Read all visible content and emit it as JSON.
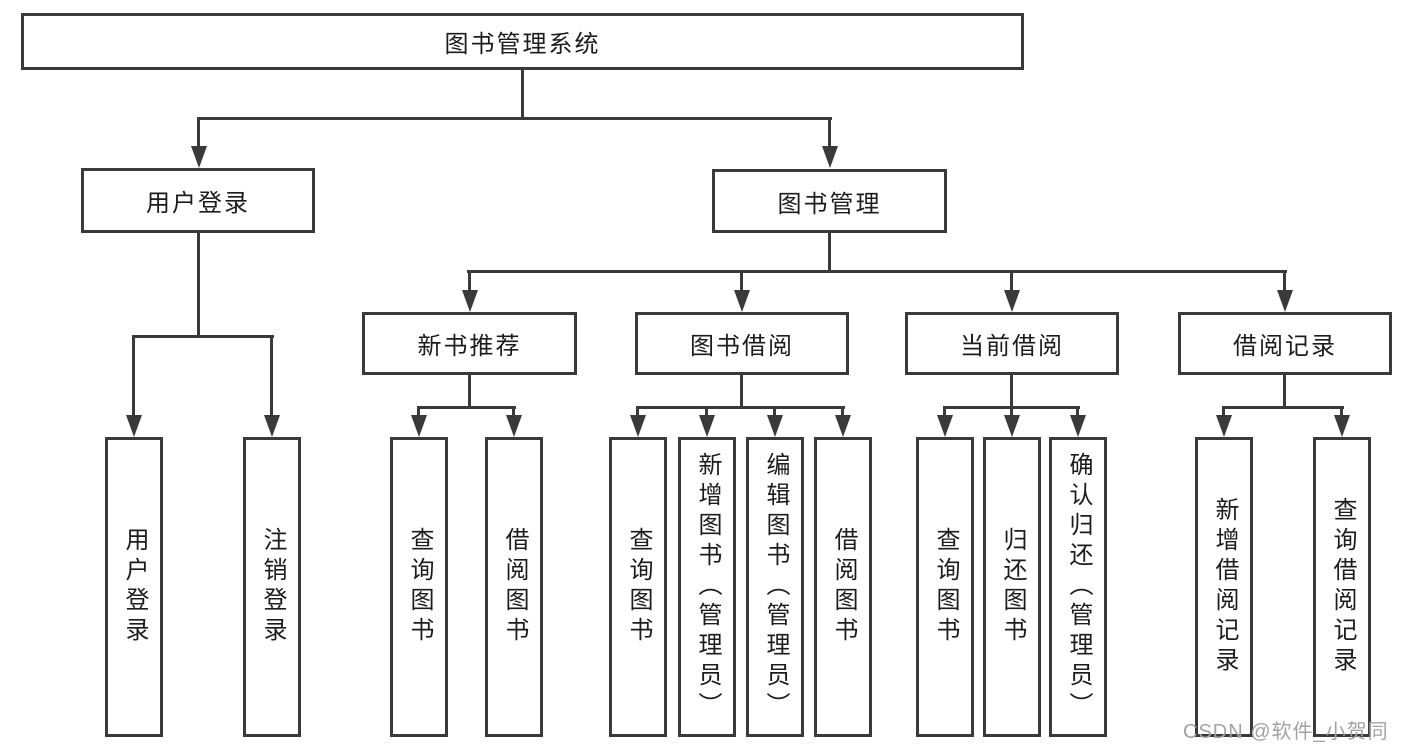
{
  "diagram": {
    "title": "图书管理系统",
    "root": {
      "label": "图书管理系统"
    },
    "branches": [
      {
        "label": "用户登录",
        "children": [
          "用户登录",
          "注销登录"
        ]
      },
      {
        "label": "图书管理",
        "sections": [
          {
            "label": "新书推荐",
            "children": [
              "查询图书",
              "借阅图书"
            ]
          },
          {
            "label": "图书借阅",
            "children": [
              "查询图书",
              "新增图书（管理员）",
              "编辑图书（管理员）",
              "借阅图书"
            ]
          },
          {
            "label": "当前借阅",
            "children": [
              "查询图书",
              "归还图书",
              "确认归还（管理员）"
            ]
          },
          {
            "label": "借阅记录",
            "children": [
              "新增借阅记录",
              "查询借阅记录"
            ]
          }
        ]
      }
    ]
  },
  "watermark": {
    "text": "CSDN @软件_小贺同学"
  },
  "colors": {
    "line": "#3a3a3a",
    "text": "#1c1c1c",
    "watermark": "#a3a3a3",
    "background": "#ffffff"
  }
}
